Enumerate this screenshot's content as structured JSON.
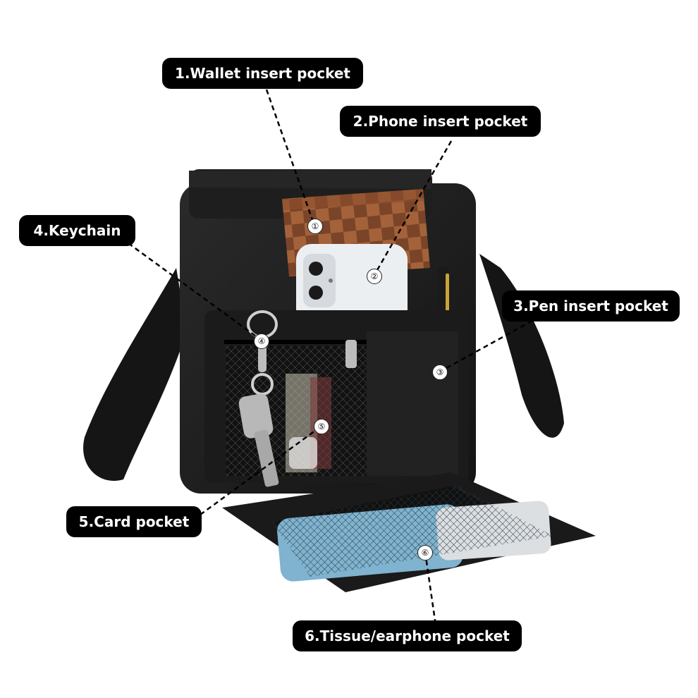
{
  "callouts": [
    {
      "label": "1.Wallet insert pocket",
      "marker": "①"
    },
    {
      "label": "2.Phone insert pocket",
      "marker": "②"
    },
    {
      "label": "3.Pen insert pocket",
      "marker": "③"
    },
    {
      "label": "4.Keychain",
      "marker": "④"
    },
    {
      "label": "5.Card pocket",
      "marker": "⑤"
    },
    {
      "label": "6.Tissue/earphone pocket",
      "marker": "⑥"
    }
  ],
  "colors": {
    "canvas": "#000000",
    "wallet": "#6b3a22",
    "phone": "#e9ecef",
    "tissue": "#7fb3cf",
    "label_bg": "#000000",
    "label_text": "#ffffff"
  }
}
